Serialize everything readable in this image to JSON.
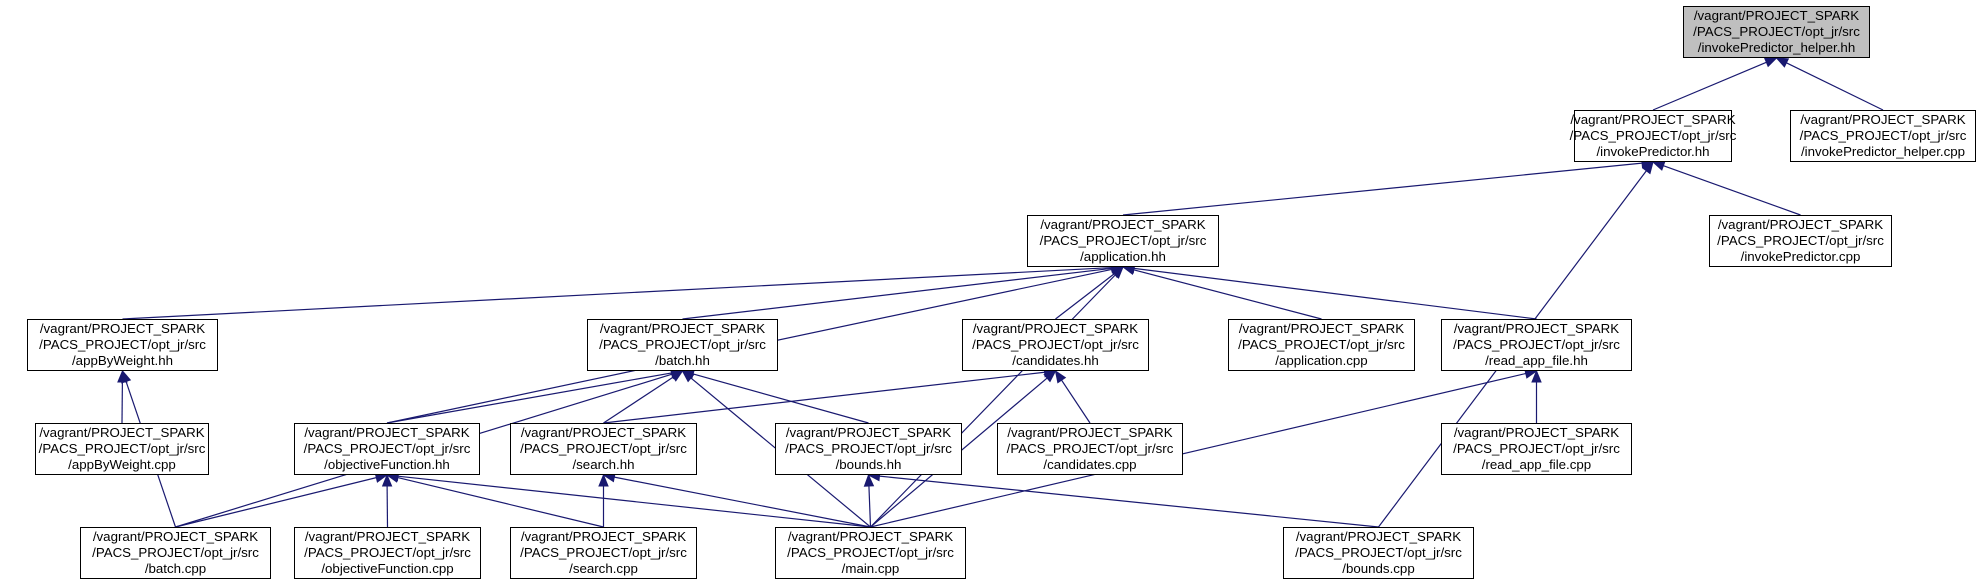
{
  "colors": {
    "edge": "#191970",
    "node_border": "#000000",
    "root_fill": "#bfbfbf",
    "node_fill": "#ffffff"
  },
  "nodes": {
    "invoke_helper_hh": {
      "line1": "/vagrant/PROJECT_SPARK",
      "line2": "/PACS_PROJECT/opt_jr/src",
      "line3": "/invokePredictor_helper.hh"
    },
    "invoke_hh": {
      "line1": "/vagrant/PROJECT_SPARK",
      "line2": "/PACS_PROJECT/opt_jr/src",
      "line3": "/invokePredictor.hh"
    },
    "invoke_helper_cpp": {
      "line1": "/vagrant/PROJECT_SPARK",
      "line2": "/PACS_PROJECT/opt_jr/src",
      "line3": "/invokePredictor_helper.cpp"
    },
    "application_hh": {
      "line1": "/vagrant/PROJECT_SPARK",
      "line2": "/PACS_PROJECT/opt_jr/src",
      "line3": "/application.hh"
    },
    "invoke_cpp": {
      "line1": "/vagrant/PROJECT_SPARK",
      "line2": "/PACS_PROJECT/opt_jr/src",
      "line3": "/invokePredictor.cpp"
    },
    "appbyweight_hh": {
      "line1": "/vagrant/PROJECT_SPARK",
      "line2": "/PACS_PROJECT/opt_jr/src",
      "line3": "/appByWeight.hh"
    },
    "batch_hh": {
      "line1": "/vagrant/PROJECT_SPARK",
      "line2": "/PACS_PROJECT/opt_jr/src",
      "line3": "/batch.hh"
    },
    "candidates_hh": {
      "line1": "/vagrant/PROJECT_SPARK",
      "line2": "/PACS_PROJECT/opt_jr/src",
      "line3": "/candidates.hh"
    },
    "application_cpp": {
      "line1": "/vagrant/PROJECT_SPARK",
      "line2": "/PACS_PROJECT/opt_jr/src",
      "line3": "/application.cpp"
    },
    "read_app_file_hh": {
      "line1": "/vagrant/PROJECT_SPARK",
      "line2": "/PACS_PROJECT/opt_jr/src",
      "line3": "/read_app_file.hh"
    },
    "appbyweight_cpp": {
      "line1": "/vagrant/PROJECT_SPARK",
      "line2": "/PACS_PROJECT/opt_jr/src",
      "line3": "/appByWeight.cpp"
    },
    "objective_hh": {
      "line1": "/vagrant/PROJECT_SPARK",
      "line2": "/PACS_PROJECT/opt_jr/src",
      "line3": "/objectiveFunction.hh"
    },
    "search_hh": {
      "line1": "/vagrant/PROJECT_SPARK",
      "line2": "/PACS_PROJECT/opt_jr/src",
      "line3": "/search.hh"
    },
    "bounds_hh": {
      "line1": "/vagrant/PROJECT_SPARK",
      "line2": "/PACS_PROJECT/opt_jr/src",
      "line3": "/bounds.hh"
    },
    "candidates_cpp": {
      "line1": "/vagrant/PROJECT_SPARK",
      "line2": "/PACS_PROJECT/opt_jr/src",
      "line3": "/candidates.cpp"
    },
    "read_app_file_cpp": {
      "line1": "/vagrant/PROJECT_SPARK",
      "line2": "/PACS_PROJECT/opt_jr/src",
      "line3": "/read_app_file.cpp"
    },
    "batch_cpp": {
      "line1": "/vagrant/PROJECT_SPARK",
      "line2": "/PACS_PROJECT/opt_jr/src",
      "line3": "/batch.cpp"
    },
    "objective_cpp": {
      "line1": "/vagrant/PROJECT_SPARK",
      "line2": "/PACS_PROJECT/opt_jr/src",
      "line3": "/objectiveFunction.cpp"
    },
    "search_cpp": {
      "line1": "/vagrant/PROJECT_SPARK",
      "line2": "/PACS_PROJECT/opt_jr/src",
      "line3": "/search.cpp"
    },
    "main_cpp": {
      "line1": "/vagrant/PROJECT_SPARK",
      "line2": "/PACS_PROJECT/opt_jr/src",
      "line3": "/main.cpp"
    },
    "bounds_cpp": {
      "line1": "/vagrant/PROJECT_SPARK",
      "line2": "/PACS_PROJECT/opt_jr/src",
      "line3": "/bounds.cpp"
    }
  },
  "edges": [
    [
      "invoke_hh",
      "invoke_helper_hh"
    ],
    [
      "invoke_helper_cpp",
      "invoke_helper_hh"
    ],
    [
      "application_hh",
      "invoke_hh"
    ],
    [
      "invoke_cpp",
      "invoke_hh"
    ],
    [
      "bounds_cpp",
      "invoke_hh"
    ],
    [
      "appbyweight_hh",
      "application_hh"
    ],
    [
      "batch_hh",
      "application_hh"
    ],
    [
      "candidates_hh",
      "application_hh"
    ],
    [
      "application_cpp",
      "application_hh"
    ],
    [
      "read_app_file_hh",
      "application_hh"
    ],
    [
      "objective_hh",
      "application_hh"
    ],
    [
      "main_cpp",
      "application_hh"
    ],
    [
      "appbyweight_cpp",
      "appbyweight_hh"
    ],
    [
      "batch_cpp",
      "appbyweight_hh"
    ],
    [
      "objective_hh",
      "batch_hh"
    ],
    [
      "search_hh",
      "batch_hh"
    ],
    [
      "bounds_hh",
      "batch_hh"
    ],
    [
      "batch_cpp",
      "batch_hh"
    ],
    [
      "main_cpp",
      "batch_hh"
    ],
    [
      "search_hh",
      "candidates_hh"
    ],
    [
      "candidates_cpp",
      "candidates_hh"
    ],
    [
      "main_cpp",
      "candidates_hh"
    ],
    [
      "read_app_file_cpp",
      "read_app_file_hh"
    ],
    [
      "main_cpp",
      "read_app_file_hh"
    ],
    [
      "batch_cpp",
      "objective_hh"
    ],
    [
      "objective_cpp",
      "objective_hh"
    ],
    [
      "search_cpp",
      "objective_hh"
    ],
    [
      "main_cpp",
      "objective_hh"
    ],
    [
      "search_cpp",
      "search_hh"
    ],
    [
      "main_cpp",
      "search_hh"
    ],
    [
      "main_cpp",
      "bounds_hh"
    ],
    [
      "bounds_cpp",
      "bounds_hh"
    ]
  ]
}
